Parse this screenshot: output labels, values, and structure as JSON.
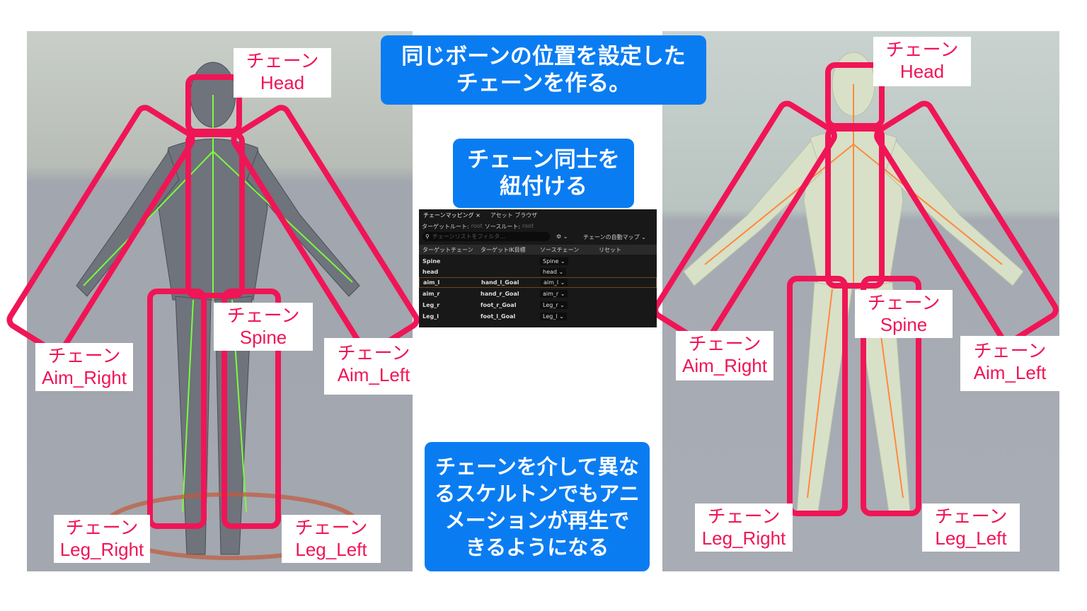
{
  "top_note": [
    "同じボーンの位置を設定した",
    "チェーンを作る。"
  ],
  "mid_note": [
    "チェーン同士を",
    "紐付ける"
  ],
  "bottom_note": [
    "チェーンを介して異な",
    "るスケルトンでもアニ",
    "メーションが再生で",
    "きるようになる"
  ],
  "chain_prefix": "チェーン",
  "left_labels": {
    "head": "Head",
    "spine": "Spine",
    "aim_right": "Aim_Right",
    "aim_left": "Aim_Left",
    "leg_right": "Leg_Right",
    "leg_left": "Leg_Left"
  },
  "right_labels": {
    "head": "Head",
    "spine": "Spine",
    "aim_right": "Aim_Right",
    "aim_left": "Aim_Left",
    "leg_right": "Leg_Right",
    "leg_left": "Leg_Left"
  },
  "editor": {
    "tabs": [
      "チェーンマッピング ×",
      "アセット ブラウザ"
    ],
    "target_root_label": "ターゲットルート:",
    "target_root": "root",
    "source_root_label": "ソースルート:",
    "source_root": "root",
    "filter_placeholder": "チェーンリストをフィルタ...",
    "auto_map": "チェーンの自動マップ ⌄",
    "settings": "⚙ ⌄",
    "headers": [
      "ターゲットチェーン",
      "ターゲットIK目標",
      "ソースチェーン",
      "リセット"
    ],
    "rows": [
      {
        "target": "Spine",
        "ik": "",
        "source": "Spine ⌄"
      },
      {
        "target": "head",
        "ik": "",
        "source": "head ⌄"
      },
      {
        "target": "aim_l",
        "ik": "hand_l_Goal",
        "source": "aim_l ⌄"
      },
      {
        "target": "aim_r",
        "ik": "hand_r_Goal",
        "source": "aim_r ⌄"
      },
      {
        "target": "Leg_r",
        "ik": "foot_r_Goal",
        "source": "Leg_r ⌄"
      },
      {
        "target": "Leg_l",
        "ik": "foot_l_Goal",
        "source": "Leg_l ⌄"
      }
    ]
  }
}
